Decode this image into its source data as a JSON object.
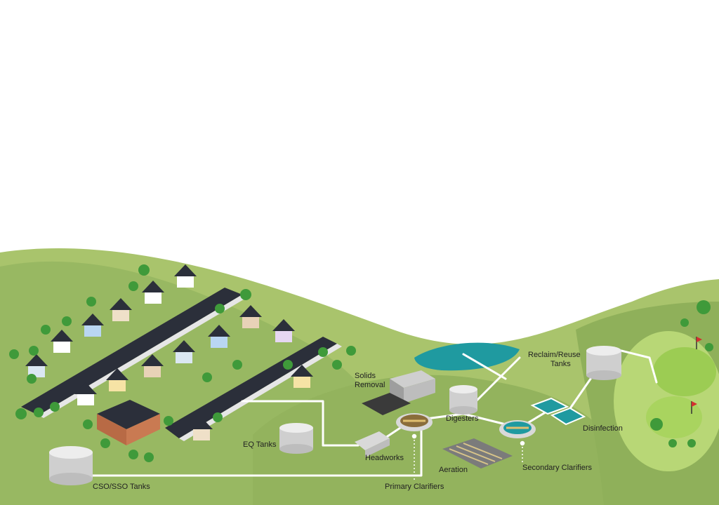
{
  "labels": {
    "solids_removal_line1": "Solids",
    "solids_removal_line2": "Removal",
    "digesters": "Digesters",
    "reclaim_line1": "Reclaim/Reuse",
    "reclaim_line2": "Tanks",
    "disinfection": "Disinfection",
    "eq_tanks": "EQ Tanks",
    "headworks": "Headworks",
    "aeration": "Aeration",
    "secondary_clarifiers": "Secondary Clarifiers",
    "primary_clarifiers": "Primary Clarifiers",
    "cso_sso_tanks": "CSO/SSO Tanks"
  },
  "colors": {
    "background": "#ffffff",
    "hill_light": "#a9c46c",
    "hill_dark": "#8fb05a",
    "pipe": "#ffffff",
    "tank": "#d9d9d9",
    "water": "#1f9aa0",
    "road": "#2b2f3a",
    "tree": "#3f9a3a"
  }
}
